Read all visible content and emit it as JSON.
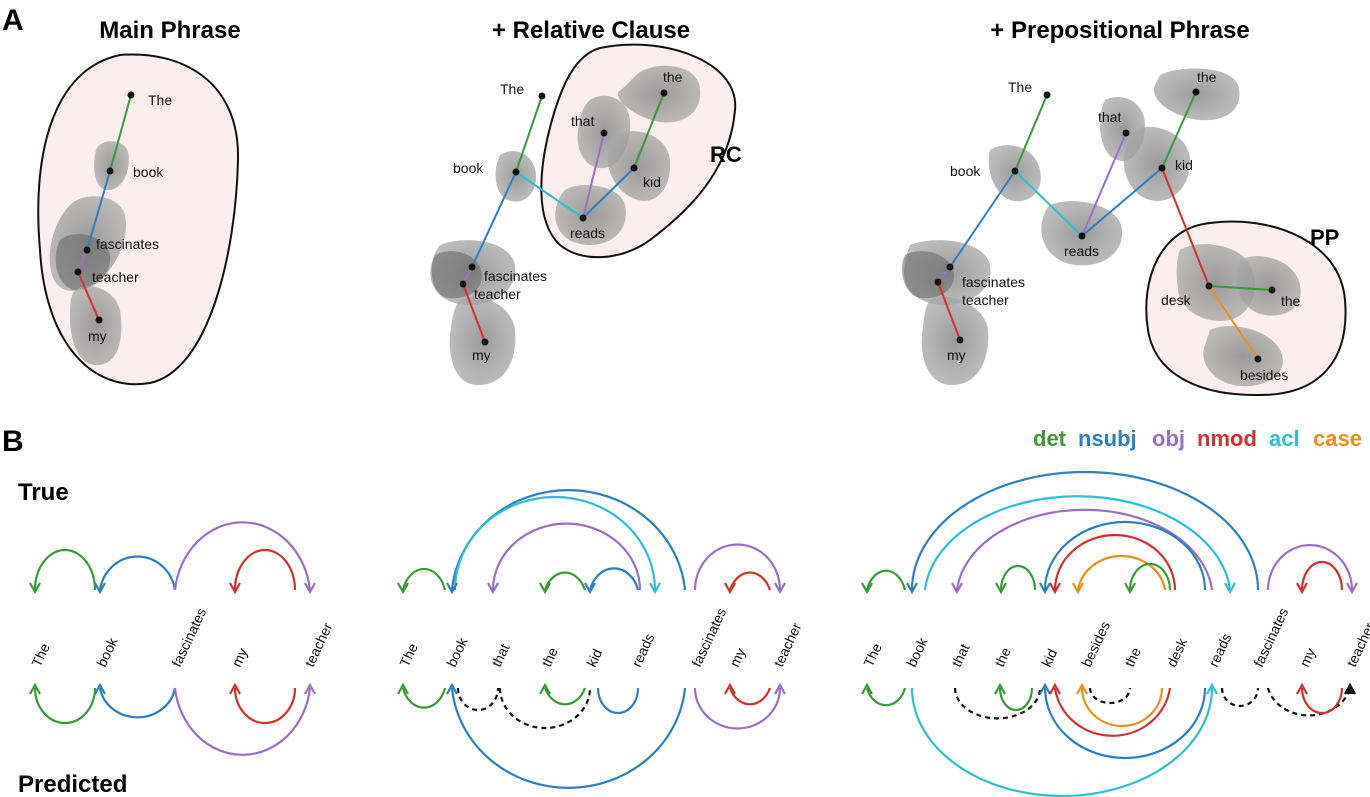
{
  "panel_labels": {
    "a": "A",
    "b": "B"
  },
  "panel_a": {
    "titles": [
      "Main Phrase",
      "+ Relative Clause",
      "+ Prepositional Phrase"
    ],
    "region_labels": {
      "rc": "RC",
      "pp": "PP"
    },
    "colors": {
      "det": "#3a9a3a",
      "nsubj": "#2d7fbf",
      "obj": "#9b6fc4",
      "nmod": "#d62f2f",
      "acl": "#2ebfd0",
      "case": "#f28c1b"
    },
    "clusters": [
      {
        "words": [
          "The",
          "book",
          "fascinates",
          "teacher",
          "my"
        ]
      },
      {
        "words": [
          "The",
          "that",
          "the",
          "book",
          "kid",
          "reads",
          "fascinates",
          "teacher",
          "my"
        ]
      },
      {
        "words": [
          "The",
          "that",
          "the",
          "book",
          "kid",
          "reads",
          "fascinates",
          "teacher",
          "desk",
          "the",
          "besides",
          "my"
        ]
      }
    ]
  },
  "legend": {
    "det": {
      "label": "det",
      "color": "#3a9a3a"
    },
    "nsubj": {
      "label": "nsubj",
      "color": "#2d7fbf"
    },
    "obj": {
      "label": "obj",
      "color": "#9b6fc4"
    },
    "nmod": {
      "label": "nmod",
      "color": "#d62f2f"
    },
    "acl": {
      "label": "acl",
      "color": "#2ebfd0"
    },
    "case": {
      "label": "case",
      "color": "#f28c1b"
    }
  },
  "panel_b": {
    "row_true": "True",
    "row_predicted": "Predicted",
    "sentences": [
      [
        "The",
        "book",
        "fascinates",
        "my",
        "teacher"
      ],
      [
        "The",
        "book",
        "that",
        "the",
        "kid",
        "reads",
        "fascinates",
        "my",
        "teacher"
      ],
      [
        "The",
        "book",
        "that",
        "the",
        "kid",
        "besides",
        "the",
        "desk",
        "reads",
        "fascinates",
        "my",
        "teacher"
      ]
    ]
  }
}
